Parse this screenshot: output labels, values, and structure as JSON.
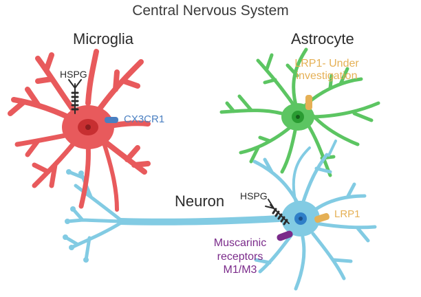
{
  "title": "Central Nervous System",
  "cells": {
    "microglia": {
      "name": "Microglia",
      "color": "#e85a5c",
      "nucleus_color": "#c72f31"
    },
    "astrocyte": {
      "name": "Astrocyte",
      "color": "#5cc562",
      "nucleus_color": "#2a9c32"
    },
    "neuron": {
      "name": "Neuron",
      "color": "#82cbe3",
      "nucleus_color": "#2f7fc8"
    }
  },
  "receptors": {
    "hspg_microglia": {
      "label": "HSPG",
      "color": "#2b2b2b",
      "icon": "hspg-glycan-icon"
    },
    "cx3cr1": {
      "label": "CX3CR1",
      "color": "#4a7fc1",
      "icon": "receptor-icon"
    },
    "lrp1_astrocyte": {
      "label_line1": "LRP1- Under",
      "label_line2": "investigation",
      "color": "#e5b055",
      "icon": "receptor-icon"
    },
    "hspg_neuron": {
      "label": "HSPG",
      "color": "#2b2b2b",
      "icon": "hspg-glycan-icon"
    },
    "lrp1_neuron": {
      "label": "LRP1",
      "color": "#e5b055",
      "icon": "receptor-icon"
    },
    "muscarinic": {
      "label_line1": "Muscarinic",
      "label_line2": "receptors",
      "label_line3": "M1/M3",
      "color": "#7a2a8a",
      "icon": "receptor-icon"
    }
  }
}
